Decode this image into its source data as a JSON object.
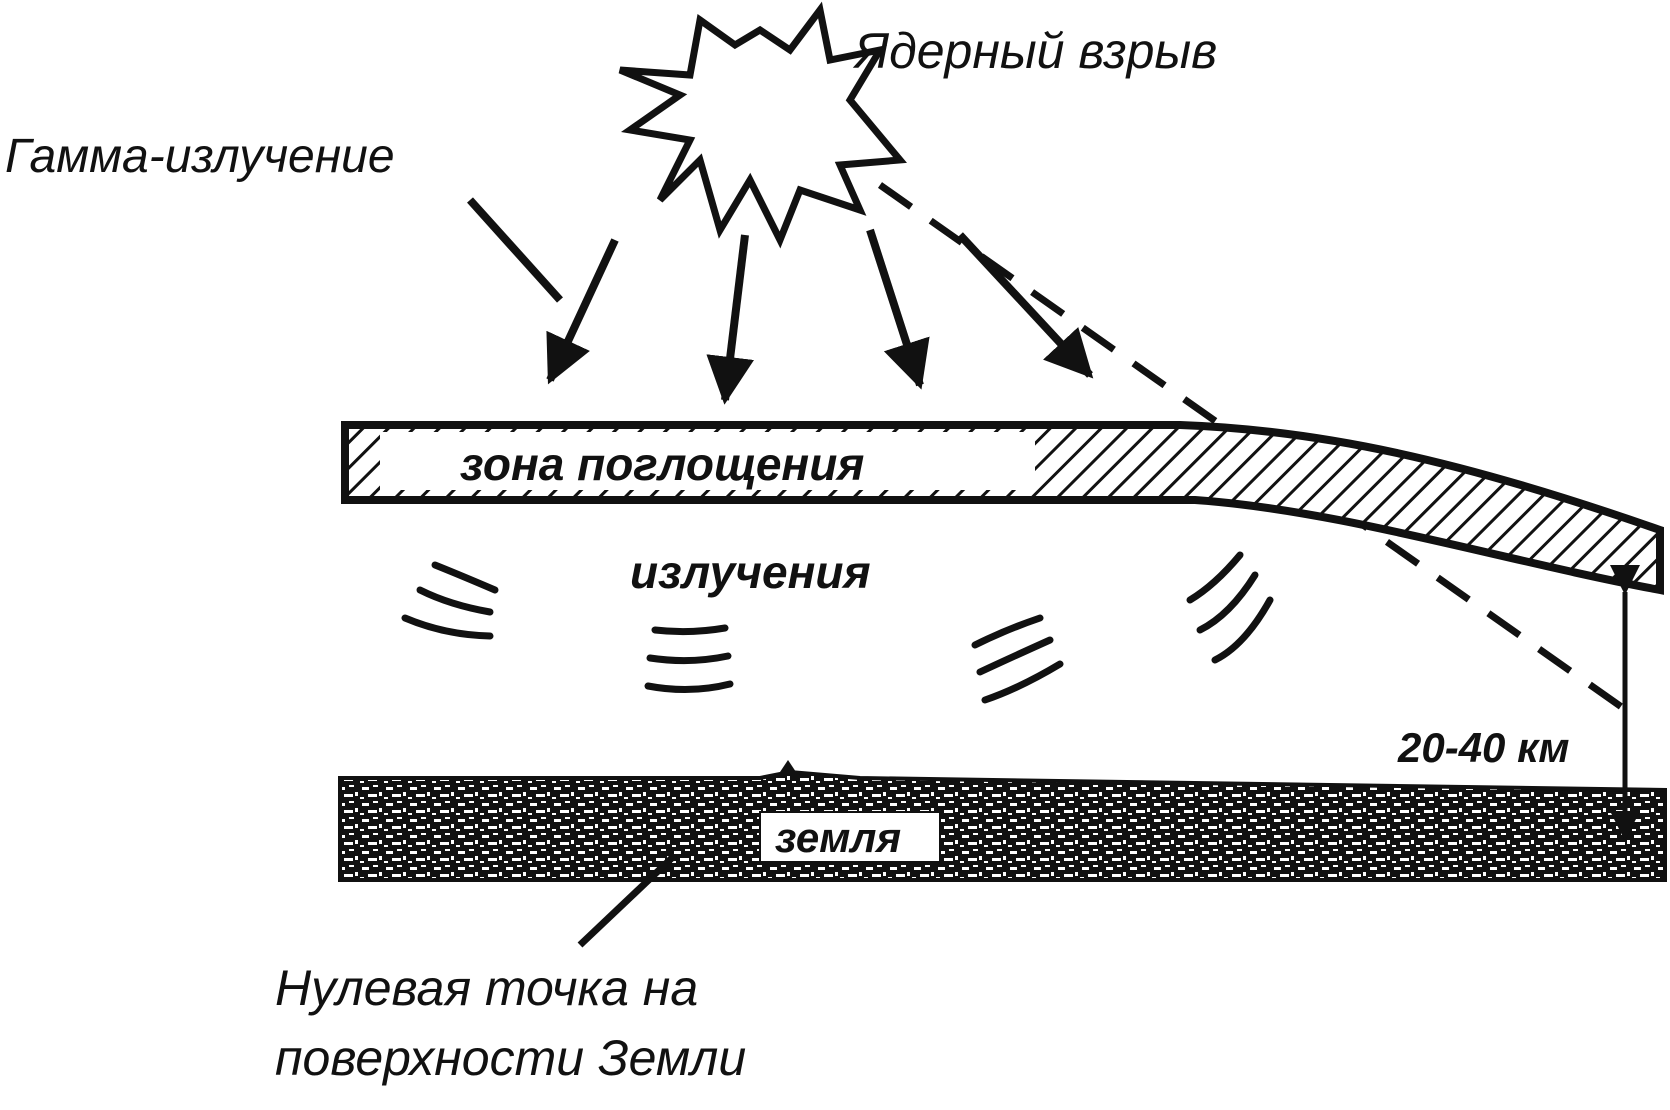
{
  "labels": {
    "explosion": "Ядерный взрыв",
    "gamma": "Гамма-излучение",
    "absorption_line1": "зона поглощения",
    "absorption_line2": "излучения",
    "ground": "земля",
    "distance": "20-40 км",
    "zero_point_line1": "Нулевая точка на",
    "zero_point_line2": "поверхности Земли"
  },
  "colors": {
    "ink": "#111111",
    "paper": "#ffffff"
  }
}
